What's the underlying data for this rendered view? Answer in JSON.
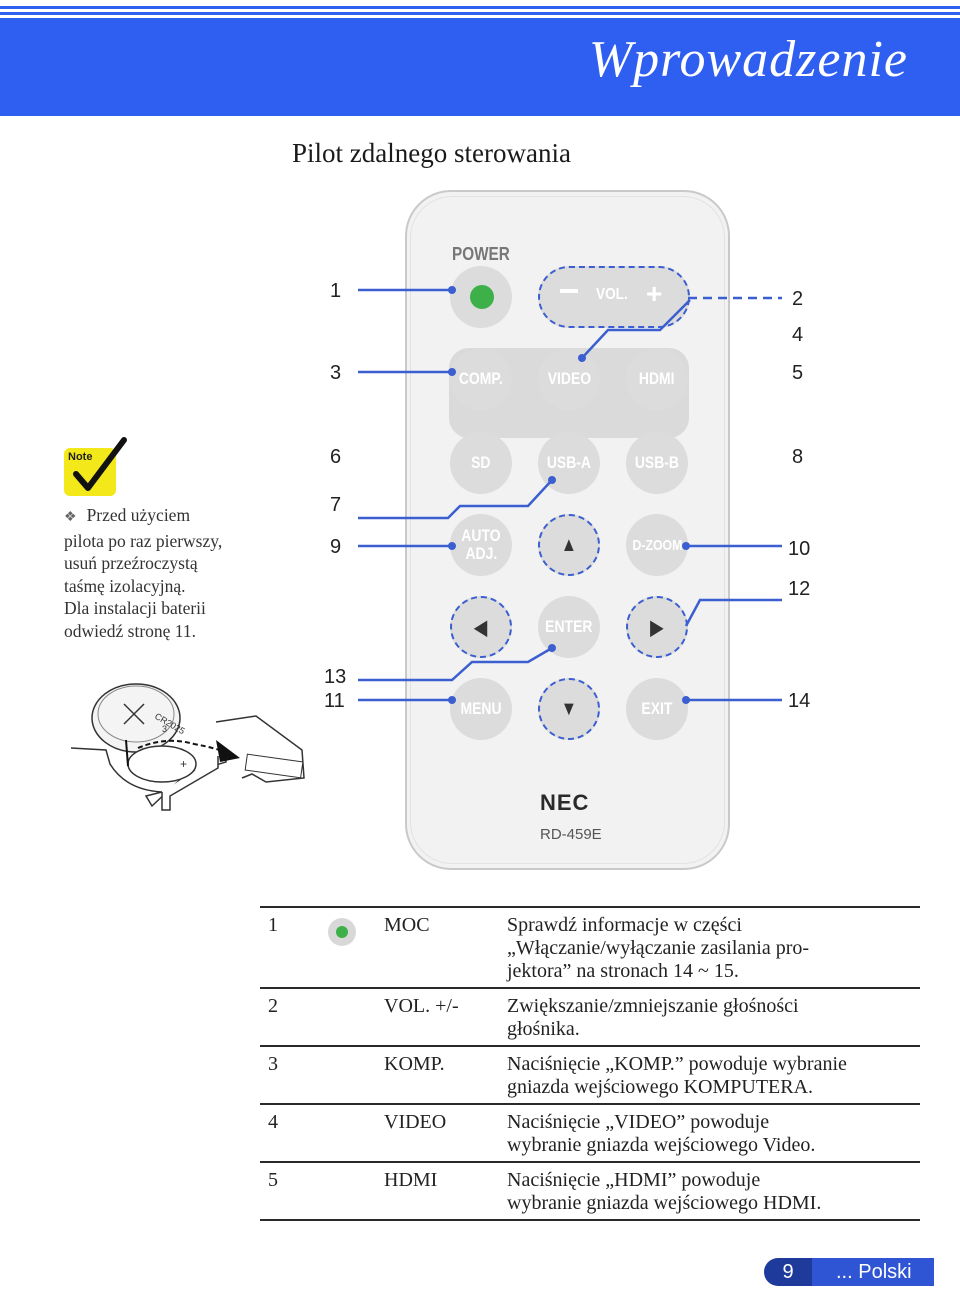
{
  "header": {
    "title": "Wprowadzenie"
  },
  "page_title": "Pilot zdalnego sterowania",
  "note": {
    "badge": "Note",
    "text_lines": [
      "Przed użyciem",
      "pilota po raz pierwszy,",
      "usuń przeźroczystą",
      "taśmę izolacyjną.",
      "Dla instalacji baterii",
      "odwiedź stronę 11."
    ],
    "battery_label": "CR2025",
    "battery_voltage": "3",
    "battery_sign": "+"
  },
  "remote": {
    "power_label": "POWER",
    "vol_label": "VOL.",
    "plus_label": "+",
    "buttons": {
      "comp": "COMP.",
      "video": "VIDEO",
      "hdmi": "HDMI",
      "sd": "SD",
      "usb_a": "USB-A",
      "usb_b": "USB-B",
      "auto_adj_1": "AUTO",
      "auto_adj_2": "ADJ.",
      "up": "▲",
      "dzoom": "D-ZOOM",
      "left": "◀",
      "enter": "ENTER",
      "right": "▶",
      "menu": "MENU",
      "down": "▼",
      "exit": "EXIT"
    },
    "brand": "NEC",
    "model": "RD-459E"
  },
  "callouts_left": [
    "1",
    "3",
    "6",
    "7",
    "9",
    "13",
    "11"
  ],
  "callouts_right": [
    "2",
    "4",
    "5",
    "8",
    "10",
    "12",
    "14"
  ],
  "table": [
    {
      "num": "1",
      "icon": "power-button-icon",
      "name": "MOC",
      "desc": [
        "Sprawdź informacje w części",
        "„Włączanie/wyłączanie zasilania pro-",
        "jektora” na stronach 14 ~ 15."
      ]
    },
    {
      "num": "2",
      "icon": "",
      "name": "VOL. +/-",
      "desc": [
        "Zwiększanie/zmniejszanie głośności",
        "głośnika."
      ]
    },
    {
      "num": "3",
      "icon": "",
      "name": "KOMP.",
      "desc": [
        "Naciśnięcie „KOMP.” powoduje wybranie",
        "gniazda wejściowego KOMPUTERA."
      ]
    },
    {
      "num": "4",
      "icon": "",
      "name": "VIDEO",
      "desc": [
        "Naciśnięcie „VIDEO” powoduje",
        "wybranie gniazda wejściowego Video."
      ]
    },
    {
      "num": "5",
      "icon": "",
      "name": "HDMI",
      "desc": [
        "Naciśnięcie „HDMI” powoduje",
        "wybranie gniazda wejściowego HDMI."
      ]
    }
  ],
  "footer": {
    "page": "9",
    "language": "... Polski"
  },
  "colors": {
    "header_blue": "#2f5ff0",
    "button_gray": "#dcdcdc",
    "callout_line": "#3b5fd0",
    "power_green": "#3db04a"
  }
}
